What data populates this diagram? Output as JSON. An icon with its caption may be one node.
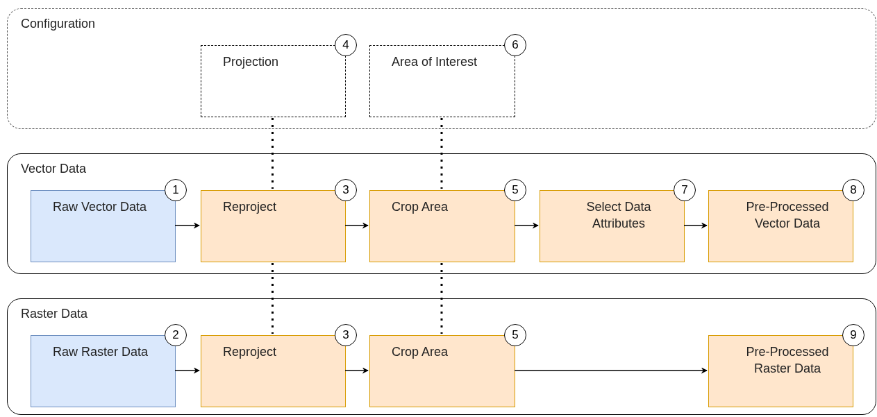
{
  "diagram": {
    "nodes": [
      {
        "text": [
          "Configuration"
        ]
      },
      {
        "text": [
          "Projection"
        ],
        "in": 0,
        "beside": [
          "4"
        ]
      },
      {
        "text": [
          "Area of Interest"
        ],
        "in": 0,
        "beside": [
          "6"
        ]
      },
      {
        "text": [
          "Vector Data"
        ]
      },
      {
        "text": [
          "Raw Vector Data"
        ],
        "in": 3,
        "beside": [
          "1"
        ]
      },
      {
        "text": [
          "Reproject"
        ],
        "in": 3,
        "beside": [
          "3"
        ]
      },
      {
        "text": [
          "Crop Area"
        ],
        "in": 3,
        "beside": [
          "5"
        ]
      },
      {
        "text": [
          "Select Data Attributes"
        ],
        "in": 3,
        "beside": [
          "7"
        ]
      },
      {
        "text": [
          "Pre-Processed Vector Data"
        ],
        "in": 3,
        "beside": [
          "8"
        ]
      },
      {
        "text": [
          "Raster Data"
        ]
      },
      {
        "text": [
          "Raw Raster Data"
        ],
        "in": 9,
        "beside": [
          "2"
        ]
      },
      {
        "text": [
          "Reproject"
        ],
        "in": 9,
        "beside": [
          "3"
        ]
      },
      {
        "text": [
          "Crop Area"
        ],
        "in": 9,
        "beside": [
          "5"
        ]
      },
      {
        "text": [
          "Pre-Processed Raster Data"
        ],
        "in": 9,
        "beside": [
          "9"
        ]
      }
    ],
    "edges": [
      {
        "from": 4,
        "to": 5,
        "arrow": "to"
      },
      {
        "from": 5,
        "to": 6,
        "arrow": "to"
      },
      {
        "from": 6,
        "to": 7,
        "arrow": "to"
      },
      {
        "from": 7,
        "to": 8,
        "arrow": "to"
      },
      {
        "from": 10,
        "to": 11,
        "arrow": "to"
      },
      {
        "from": 11,
        "to": 12,
        "arrow": "to"
      },
      {
        "from": 12,
        "to": 13,
        "arrow": "to"
      },
      {
        "from": 1,
        "to": 5,
        "arrow": "none",
        "style": "dashed"
      },
      {
        "from": 5,
        "to": 11,
        "arrow": "none",
        "style": "dashed"
      },
      {
        "from": 2,
        "to": 6,
        "arrow": "none",
        "style": "dashed"
      },
      {
        "from": 6,
        "to": 12,
        "arrow": "none",
        "style": "dashed"
      }
    ]
  }
}
